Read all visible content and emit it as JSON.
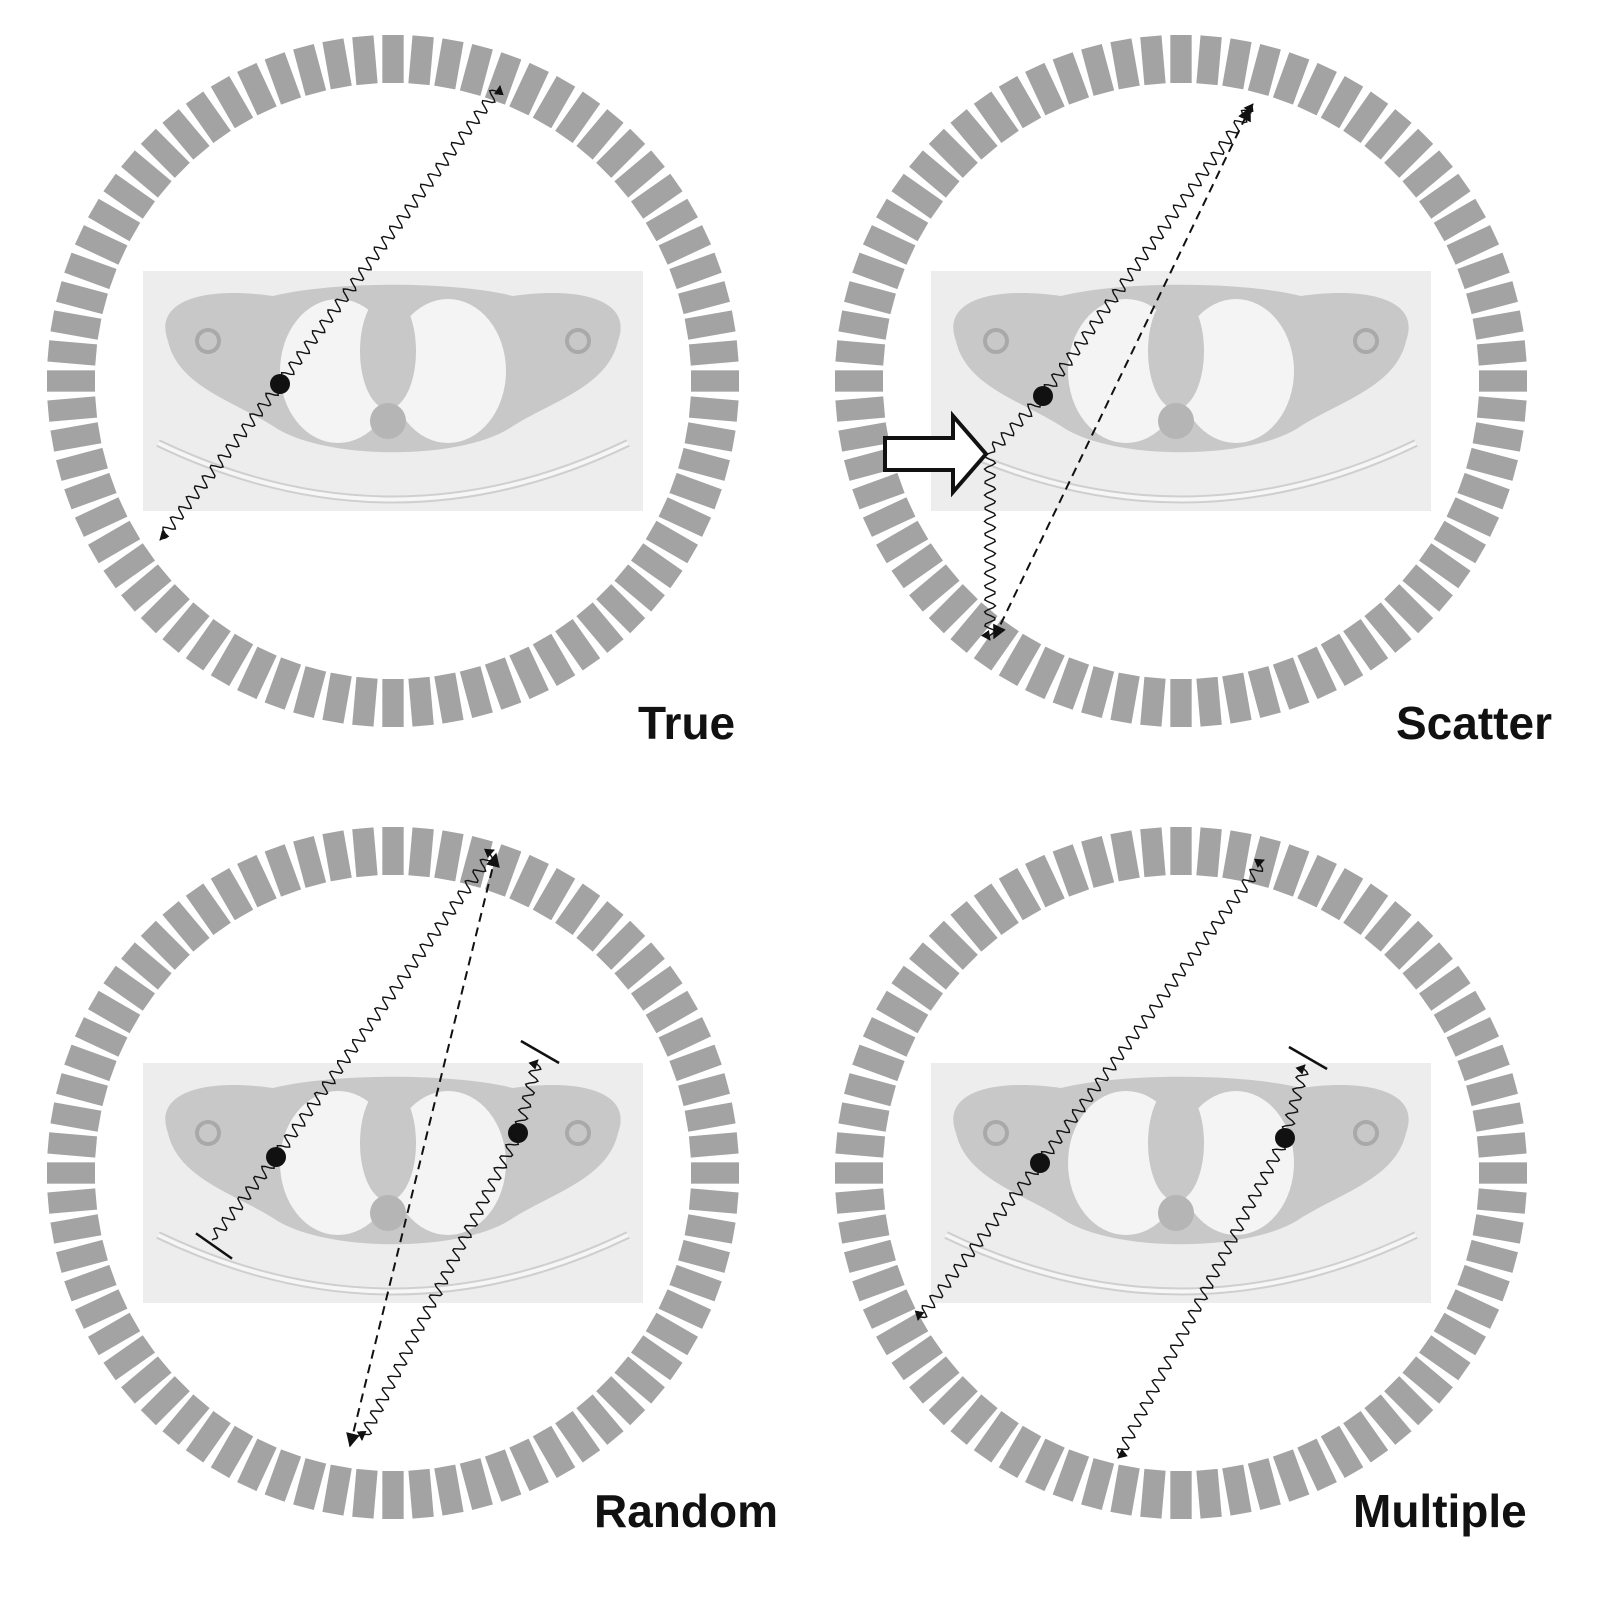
{
  "panels": [
    {
      "id": "true",
      "label": "True"
    },
    {
      "id": "scatter",
      "label": "Scatter"
    },
    {
      "id": "random",
      "label": "Random"
    },
    {
      "id": "multiple",
      "label": "Multiple"
    }
  ],
  "colors": {
    "detector": "#a3a3a3",
    "background": "#ffffff",
    "ct_body": "#c8c8c8",
    "ct_lung": "#f4f4f4",
    "ct_backdrop": "#ededed",
    "line": "#111111"
  },
  "icons": {
    "annihilation_point": "filled-circle",
    "interaction_arrow": "outline-right-arrow",
    "photon_absorbed_marker": "bar-endcap"
  }
}
